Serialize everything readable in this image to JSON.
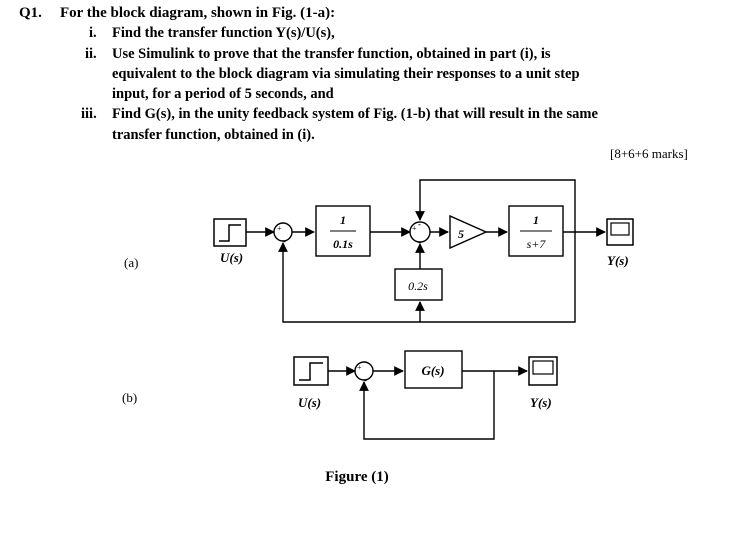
{
  "question": {
    "number": "Q1.",
    "intro": "For the block diagram, shown in Fig. (1-a):",
    "items": [
      {
        "num": "i.",
        "lines": [
          "Find the transfer function Y(s)/U(s),"
        ]
      },
      {
        "num": "ii.",
        "lines": [
          "Use Simulink to prove that the transfer function, obtained in part (i), is",
          "equivalent to the block diagram via simulating their responses to a unit step",
          "input, for a period of 5 seconds, and"
        ]
      },
      {
        "num": "iii.",
        "lines": [
          "Find G(s), in the unity feedback system of Fig. (1-b) that will result in the same",
          "transfer function, obtained in (i)."
        ]
      }
    ],
    "marks": "[8+6+6 marks]"
  },
  "figure_a": {
    "label": "(a)",
    "input_label": "U(s)",
    "output_label": "Y(s)",
    "block1_num": "1",
    "block1_den": "0.1s",
    "gain": "5",
    "block2_num": "1",
    "block2_den": "s+7",
    "feedback_block": "0.2s",
    "sum1_signs": [
      "+",
      "-"
    ],
    "sum2_signs": [
      "+",
      "-",
      "-"
    ]
  },
  "figure_b": {
    "label": "(b)",
    "input_label": "U(s)",
    "output_label": "Y(s)",
    "block": "G(s)",
    "sum_signs": [
      "+",
      "-"
    ]
  },
  "caption": "Figure (1)"
}
